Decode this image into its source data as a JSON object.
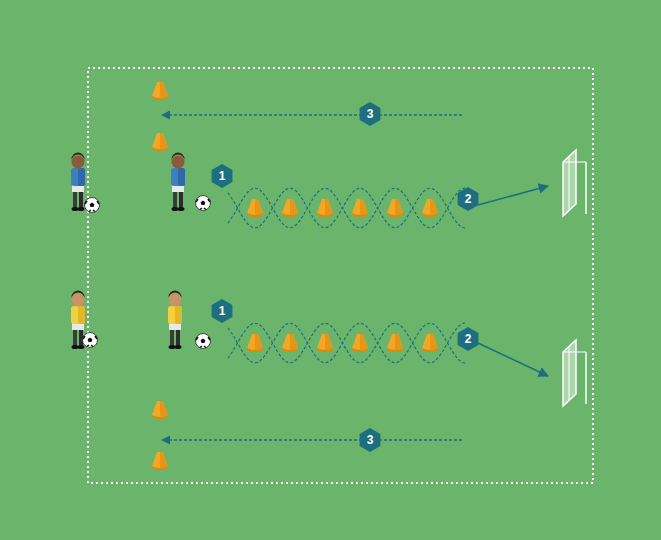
{
  "diagram": {
    "labels": [
      "3",
      "1",
      "2",
      "1",
      "2",
      "3"
    ]
  }
}
